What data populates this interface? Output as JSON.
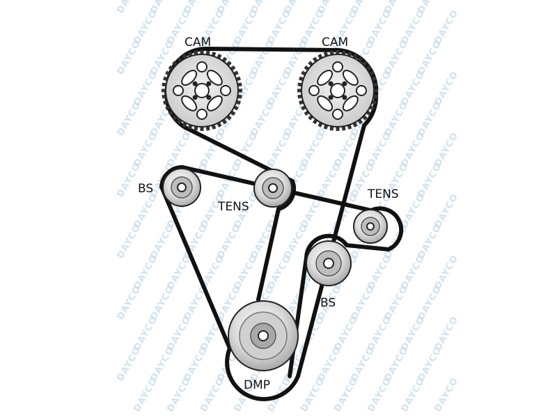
{
  "diagram": {
    "labels": {
      "cam_left": "CAM",
      "cam_right": "CAM",
      "bs_left": "BS",
      "tens_left": "TENS",
      "tens_right": "TENS",
      "bs_right": "BS",
      "dmp": "DMP"
    },
    "watermark_text": "DAYCO",
    "colors": {
      "belt": "#111111",
      "pulley_fill": "#e4e4e4",
      "pulley_shade": "#bdbdbd",
      "watermark": "#cfe3f1",
      "background": "#ffffff"
    }
  }
}
